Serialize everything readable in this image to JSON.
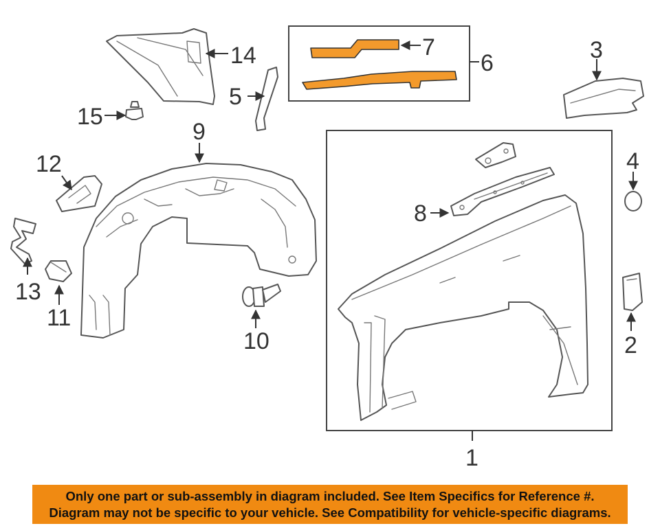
{
  "callouts": {
    "c1": "1",
    "c2": "2",
    "c3": "3",
    "c4": "4",
    "c5": "5",
    "c6": "6",
    "c7": "7",
    "c8": "8",
    "c9": "9",
    "c10": "10",
    "c11": "11",
    "c12": "12",
    "c13": "13",
    "c14": "14",
    "c15": "15"
  },
  "notice": {
    "line1": "Only one part or sub-assembly in diagram included. See Item Specifics for Reference #.",
    "line2": "Diagram may not be specific to your vehicle. See Compatibility for vehicle-specific diagrams."
  },
  "colors": {
    "highlight": "#f39a2c",
    "banner": "#f08a12",
    "line": "#555555"
  }
}
